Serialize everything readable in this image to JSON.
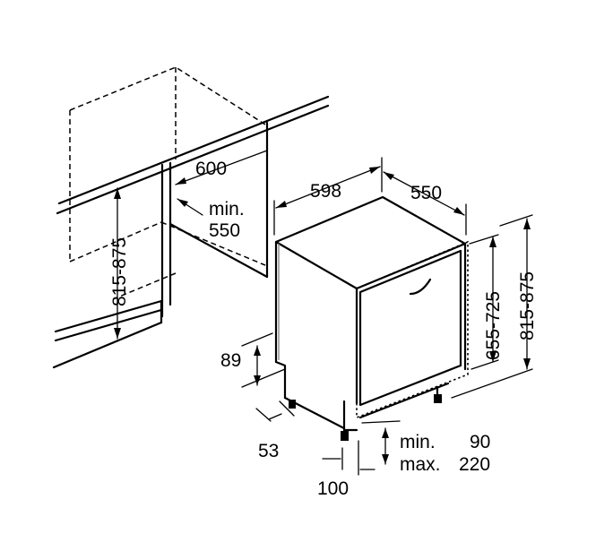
{
  "labels": {
    "cabinet_width": "600",
    "niche_depth_prefix": "min.",
    "niche_depth_value": "550",
    "cabinet_height": "815-875",
    "appliance_width": "598",
    "appliance_depth": "550",
    "door_height": "655-725",
    "appliance_height": "815-875",
    "plinth_height": "89",
    "plinth_setback": "53",
    "foot_depth": "100",
    "clearance_min_prefix": "min.",
    "clearance_min_value": "90",
    "clearance_max_prefix": "max.",
    "clearance_max_value": "220"
  }
}
